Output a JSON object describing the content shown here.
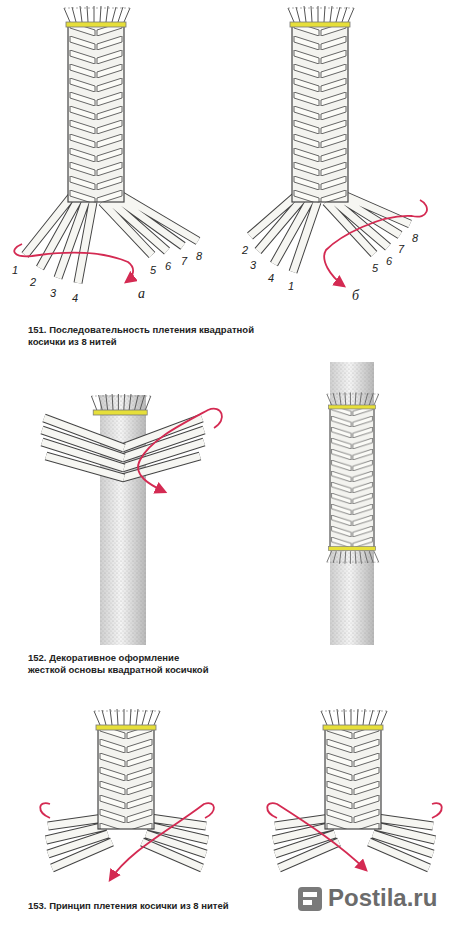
{
  "diagram": {
    "labels": [
      "1",
      "2",
      "3",
      "4",
      "а",
      "5",
      "6",
      "7",
      "8",
      "2",
      "3",
      "4",
      "1",
      "б",
      "5",
      "6",
      "7",
      "8",
      "151. Последовательность плетения квадратной косички из 8 нитей",
      "152. Декоративное оформление жесткой основы квадратной косичкой",
      "153. Принцип плетения косички из 8 нитей",
      "Postila.ru"
    ]
  }
}
